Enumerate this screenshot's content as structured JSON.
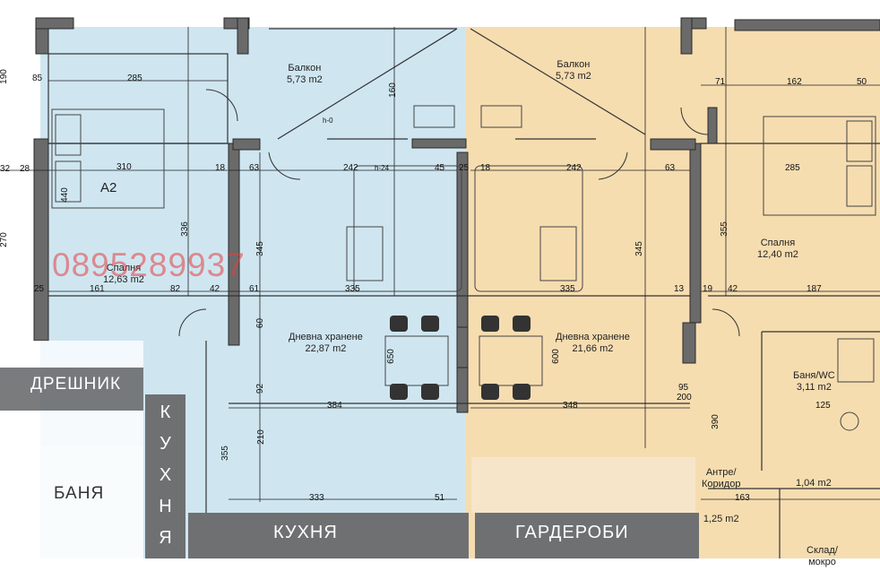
{
  "unit_label": "A2",
  "watermark": "0895289937",
  "rooms": {
    "balcony_left": {
      "name": "Балкон",
      "area": "5,73 m2"
    },
    "balcony_right": {
      "name": "Балкон",
      "area": "5,73 m2"
    },
    "bedroom_left": {
      "name": "Спалня",
      "area": "12,63 m2"
    },
    "living_left": {
      "name": "Дневна хранене",
      "area": "22,87 m2"
    },
    "living_right": {
      "name": "Дневна хранене",
      "area": "21,66 m2"
    },
    "bedroom_right": {
      "name": "Спалня",
      "area": "12,40 m2"
    },
    "bath_right": {
      "name": "Баня/WC",
      "area": "3,11 m2"
    },
    "hall_right": {
      "name": "Антре/\nКоридор",
      "area": "1,25 m2"
    },
    "small_right": {
      "area": "1,04 m2"
    },
    "storage_right": {
      "name": "Склад/\nмокро"
    }
  },
  "overlays": {
    "dreshnik": "ДРЕШНИК",
    "banya": "БАНЯ",
    "kuhnya_vertical": [
      "К",
      "У",
      "Х",
      "Н",
      "Я"
    ],
    "kuhnya": "КУХНЯ",
    "garderobi": "ГАРДЕРОБИ"
  },
  "dims": {
    "d285a": "285",
    "d85": "85",
    "d310": "310",
    "d440": "440",
    "d336": "336",
    "d161": "161",
    "d82": "82",
    "d42a": "42",
    "d61": "61",
    "d63a": "63",
    "d242a": "242",
    "d45": "45",
    "d18a": "18",
    "d25a": "25",
    "d335a": "335",
    "d345a": "345",
    "d650": "650",
    "d384": "384",
    "d333": "333",
    "d51": "51",
    "d210": "210",
    "d355a": "355",
    "d92": "92",
    "d60": "60",
    "d242b": "242",
    "d63b": "63",
    "d18b": "18",
    "d285b": "285",
    "d162": "162",
    "d50": "50",
    "d71": "71",
    "d335b": "335",
    "d345b": "345",
    "d355b": "355",
    "d600": "600",
    "d348": "348",
    "d13": "13",
    "d19": "19",
    "d42b": "42",
    "d187": "187",
    "d125": "125",
    "d163": "163",
    "d390": "390",
    "d95": "95",
    "d200": "200",
    "d25b": "25",
    "d160": "160",
    "d270": "270",
    "d190": "190",
    "d28a": "28",
    "d32": "32"
  },
  "labels_h24": "h-24",
  "labels_h0": "h-0",
  "colors": {
    "left_fill": "#cfe6f1",
    "right_fill": "#f6ddb0",
    "wall": "#2a2a2a",
    "overlay_gray": "#6f7072"
  }
}
